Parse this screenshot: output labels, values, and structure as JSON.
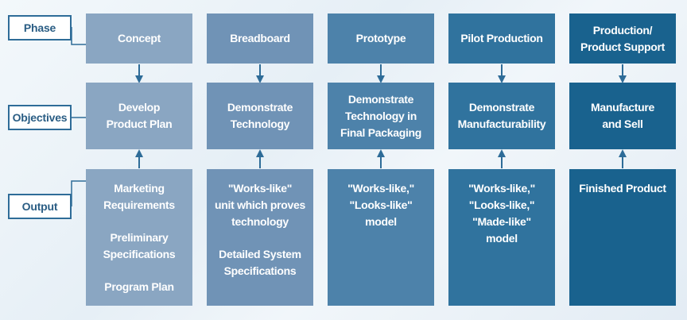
{
  "labels": {
    "phase": "Phase",
    "objectives": "Objectives",
    "output": "Output"
  },
  "columns": [
    {
      "phase": [
        "Concept"
      ],
      "objective": [
        "Develop",
        "Product Plan"
      ],
      "output": [
        [
          "Marketing",
          "Requirements"
        ],
        [
          "Preliminary",
          "Specifications"
        ],
        [
          "Program Plan"
        ]
      ],
      "color": "#8aa6c2"
    },
    {
      "phase": [
        "Breadboard"
      ],
      "objective": [
        "Demonstrate",
        "Technology"
      ],
      "output": [
        [
          "\"Works-like\"",
          "unit which proves",
          "technology"
        ],
        [
          "Detailed System",
          "Specifications"
        ]
      ],
      "color": "#7093b6"
    },
    {
      "phase": [
        "Prototype"
      ],
      "objective": [
        "Demonstrate",
        "Technology in",
        "Final Packaging"
      ],
      "output": [
        [
          "\"Works-like,\"",
          "\"Looks-like\"",
          "model"
        ]
      ],
      "color": "#4d82aa"
    },
    {
      "phase": [
        "Pilot Production"
      ],
      "objective": [
        "Demonstrate",
        "Manufacturability"
      ],
      "output": [
        [
          "\"Works-like,\"",
          "\"Looks-like,\"",
          "\"Made-like\"",
          "model"
        ]
      ],
      "color": "#30739e"
    },
    {
      "phase": [
        "Production/",
        "Product Support"
      ],
      "objective": [
        "Manufacture",
        "and Sell"
      ],
      "output": [
        [
          "Finished Product"
        ]
      ],
      "color": "#19628e"
    }
  ],
  "colors": {
    "arrow": "#2e6c98",
    "label_border": "#2e6c98",
    "label_text": "#2a5d84"
  }
}
